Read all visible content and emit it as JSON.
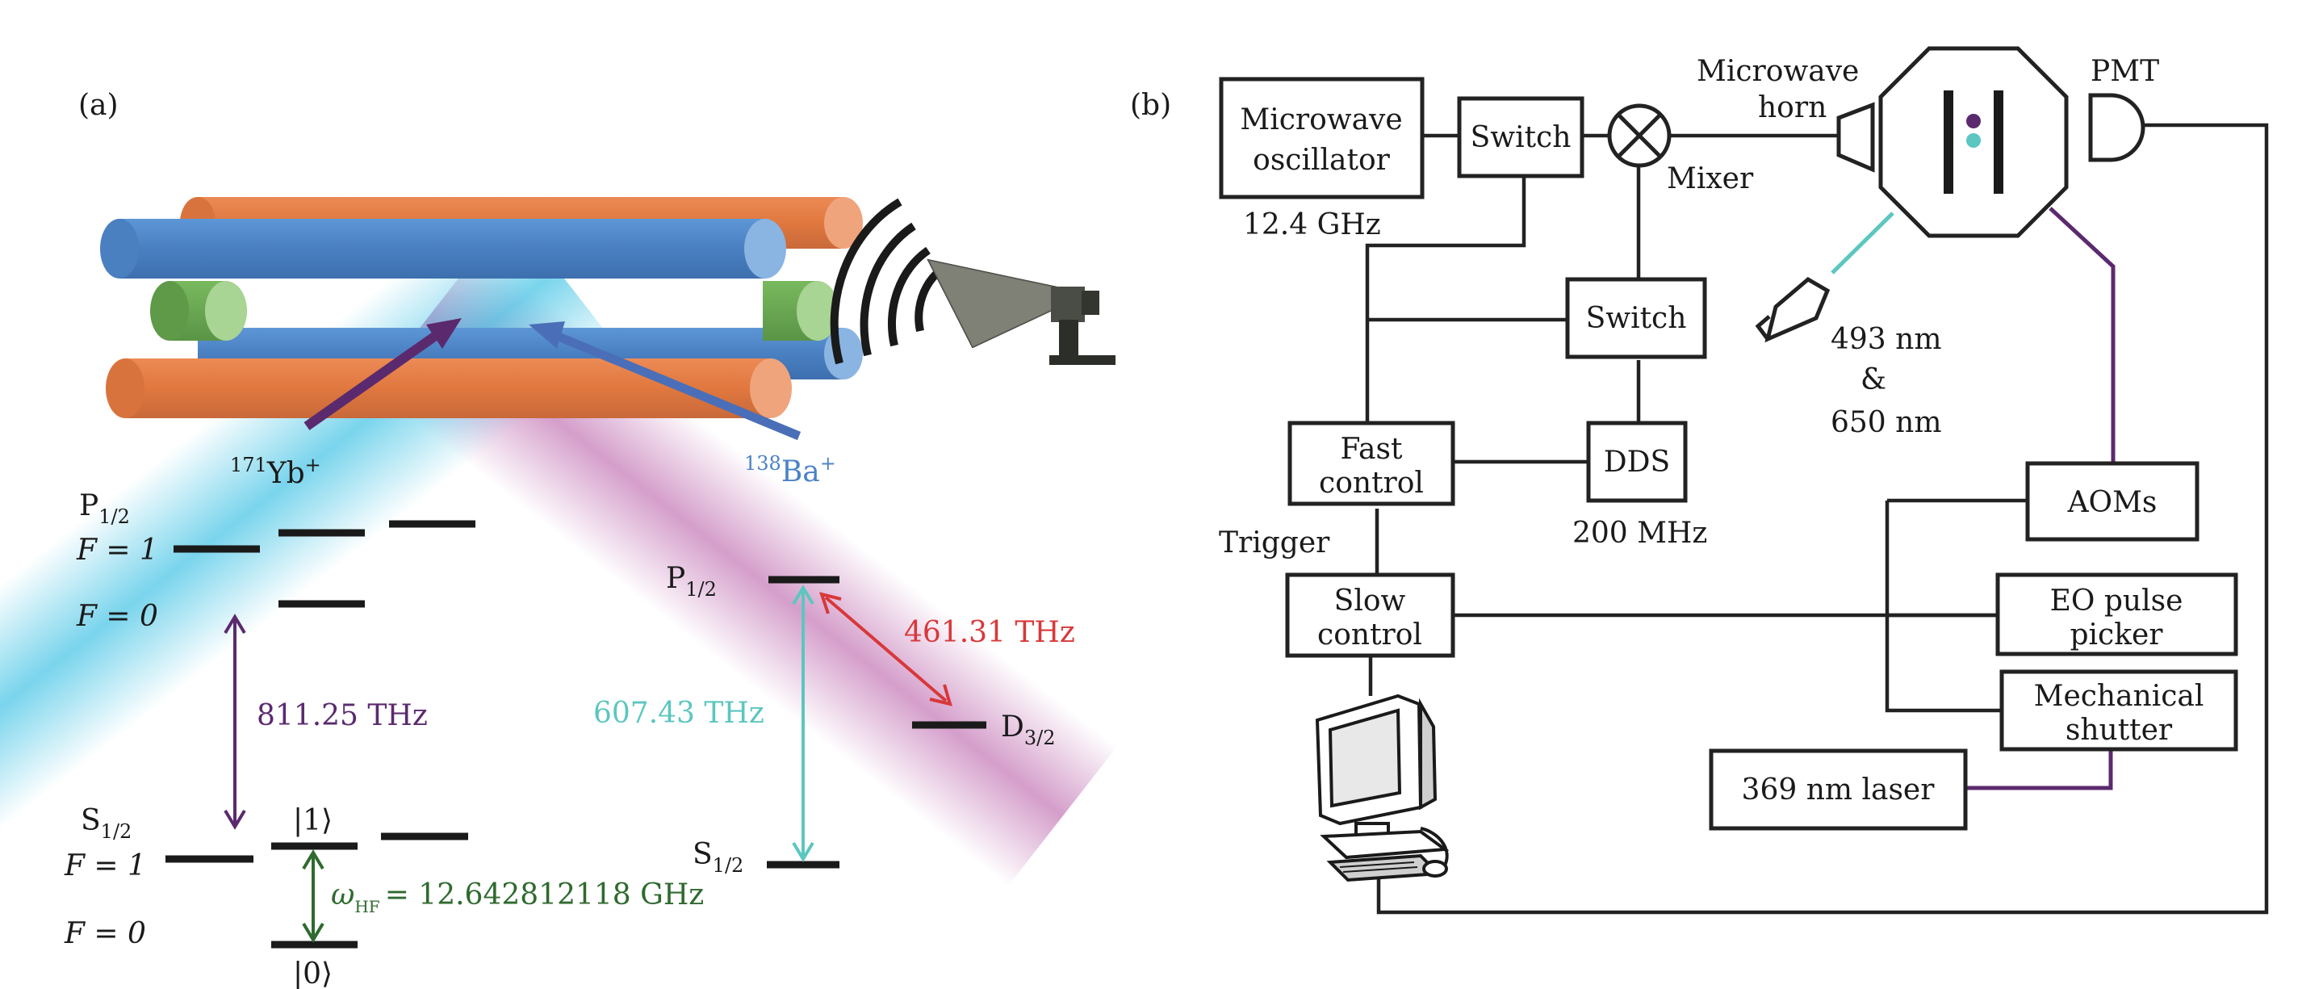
{
  "panel_a": {
    "tag": "(a)",
    "ion_yb": {
      "iso": "171",
      "name": "Yb",
      "charge": "+"
    },
    "ion_ba": {
      "iso": "138",
      "name": "Ba",
      "charge": "+"
    },
    "yb": {
      "p_label": "P",
      "p_sub": "1/2",
      "f1_p": "F = 1",
      "f0_p": "F = 0",
      "freq": "811.25 THz",
      "s_label": "S",
      "s_sub": "1/2",
      "f1_s": "F = 1",
      "f0_s": "F = 0",
      "ket1": "|1⟩",
      "ket0": "|0⟩",
      "omega": "ω",
      "omega_sub": "HF",
      "hf_value": "= 12.642812118 GHz"
    },
    "ba": {
      "p_label": "P",
      "p_sub": "1/2",
      "s_label": "S",
      "s_sub": "1/2",
      "d_label": "D",
      "d_sub": "3/2",
      "freq_teal": "607.43 THz",
      "freq_red": "461.31 THz"
    },
    "colors": {
      "purple": "#5b2a6e",
      "teal": "#5cc6c0",
      "red": "#d8383a",
      "green": "#2f6a2f",
      "blue_text": "#4a82c8",
      "rod_blue": "#4f87c9",
      "rod_orange": "#e57f4b",
      "rod_green": "#6aaa52"
    }
  },
  "panel_b": {
    "tag": "(b)",
    "osc_line1": "Microwave",
    "osc_line2": "oscillator",
    "osc_freq": "12.4 GHz",
    "switch1": "Switch",
    "mixer": "Mixer",
    "horn_line1": "Microwave",
    "horn_line2": "horn",
    "pmt": "PMT",
    "switch2": "Switch",
    "wl1": "493 nm",
    "amp": "&",
    "wl2": "650 nm",
    "fast1": "Fast",
    "fast2": "control",
    "dds": "DDS",
    "dds_freq": "200 MHz",
    "trigger": "Trigger",
    "slow1": "Slow",
    "slow2": "control",
    "aoms": "AOMs",
    "eo1": "EO pulse",
    "eo2": "picker",
    "mech1": "Mechanical",
    "mech2": "shutter",
    "laser": "369 nm laser"
  }
}
